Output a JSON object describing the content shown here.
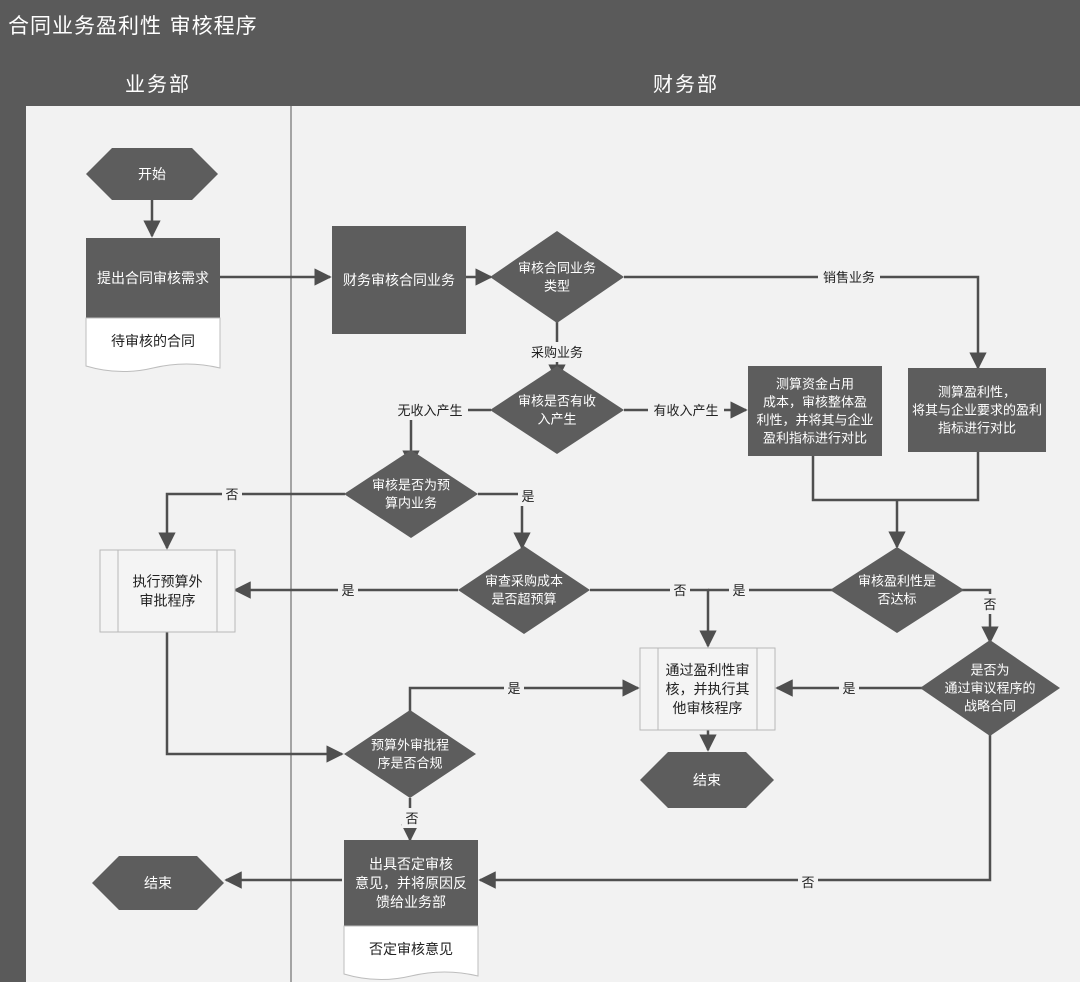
{
  "title": "合同业务盈利性 审核程序",
  "lanes": {
    "left": "业务部",
    "right": "财务部"
  },
  "nodes": {
    "start": "开始",
    "submit_request": "提出合同审核需求",
    "submit_doc": "待审核的合同",
    "finance_review": "财务审核合同业务",
    "business_type": "审核合同业务类型",
    "has_income": "审核是否有收入产生",
    "calc_capital": "测算资金占用成本，审核整体盈利性，并将其与企业盈利指标进行对比",
    "calc_profit": "测算盈利性，将其与企业要求的盈利指标进行对比",
    "in_budget": "审核是否为预算内业务",
    "exec_outside": "执行预算外审批程序",
    "purchase_cost": "审查采购成本是否超预算",
    "profit_ok": "审核盈利性是否达标",
    "strategic": "是否为通过审议程序的战略合同",
    "pass_review": "通过盈利性审核，并执行其他审核程序",
    "outside_ok": "预算外审批程序是否合规",
    "end_right": "结束",
    "reject": "出具否定审核意见，并将原因反馈给业务部",
    "reject_doc": "否定审核意见",
    "end_left": "结束"
  },
  "edge_labels": {
    "sales": "销售业务",
    "purchase": "采购业务",
    "no_income": "无收入产生",
    "has_income": "有收入产生",
    "no": "否",
    "yes": "是"
  },
  "colors": {
    "node_fill": "#5d5d5d",
    "line": "#4f4f4f",
    "canvas": "#f2f2f2",
    "frame": "#5a5a5a",
    "process_box": "#f4f4f4"
  }
}
